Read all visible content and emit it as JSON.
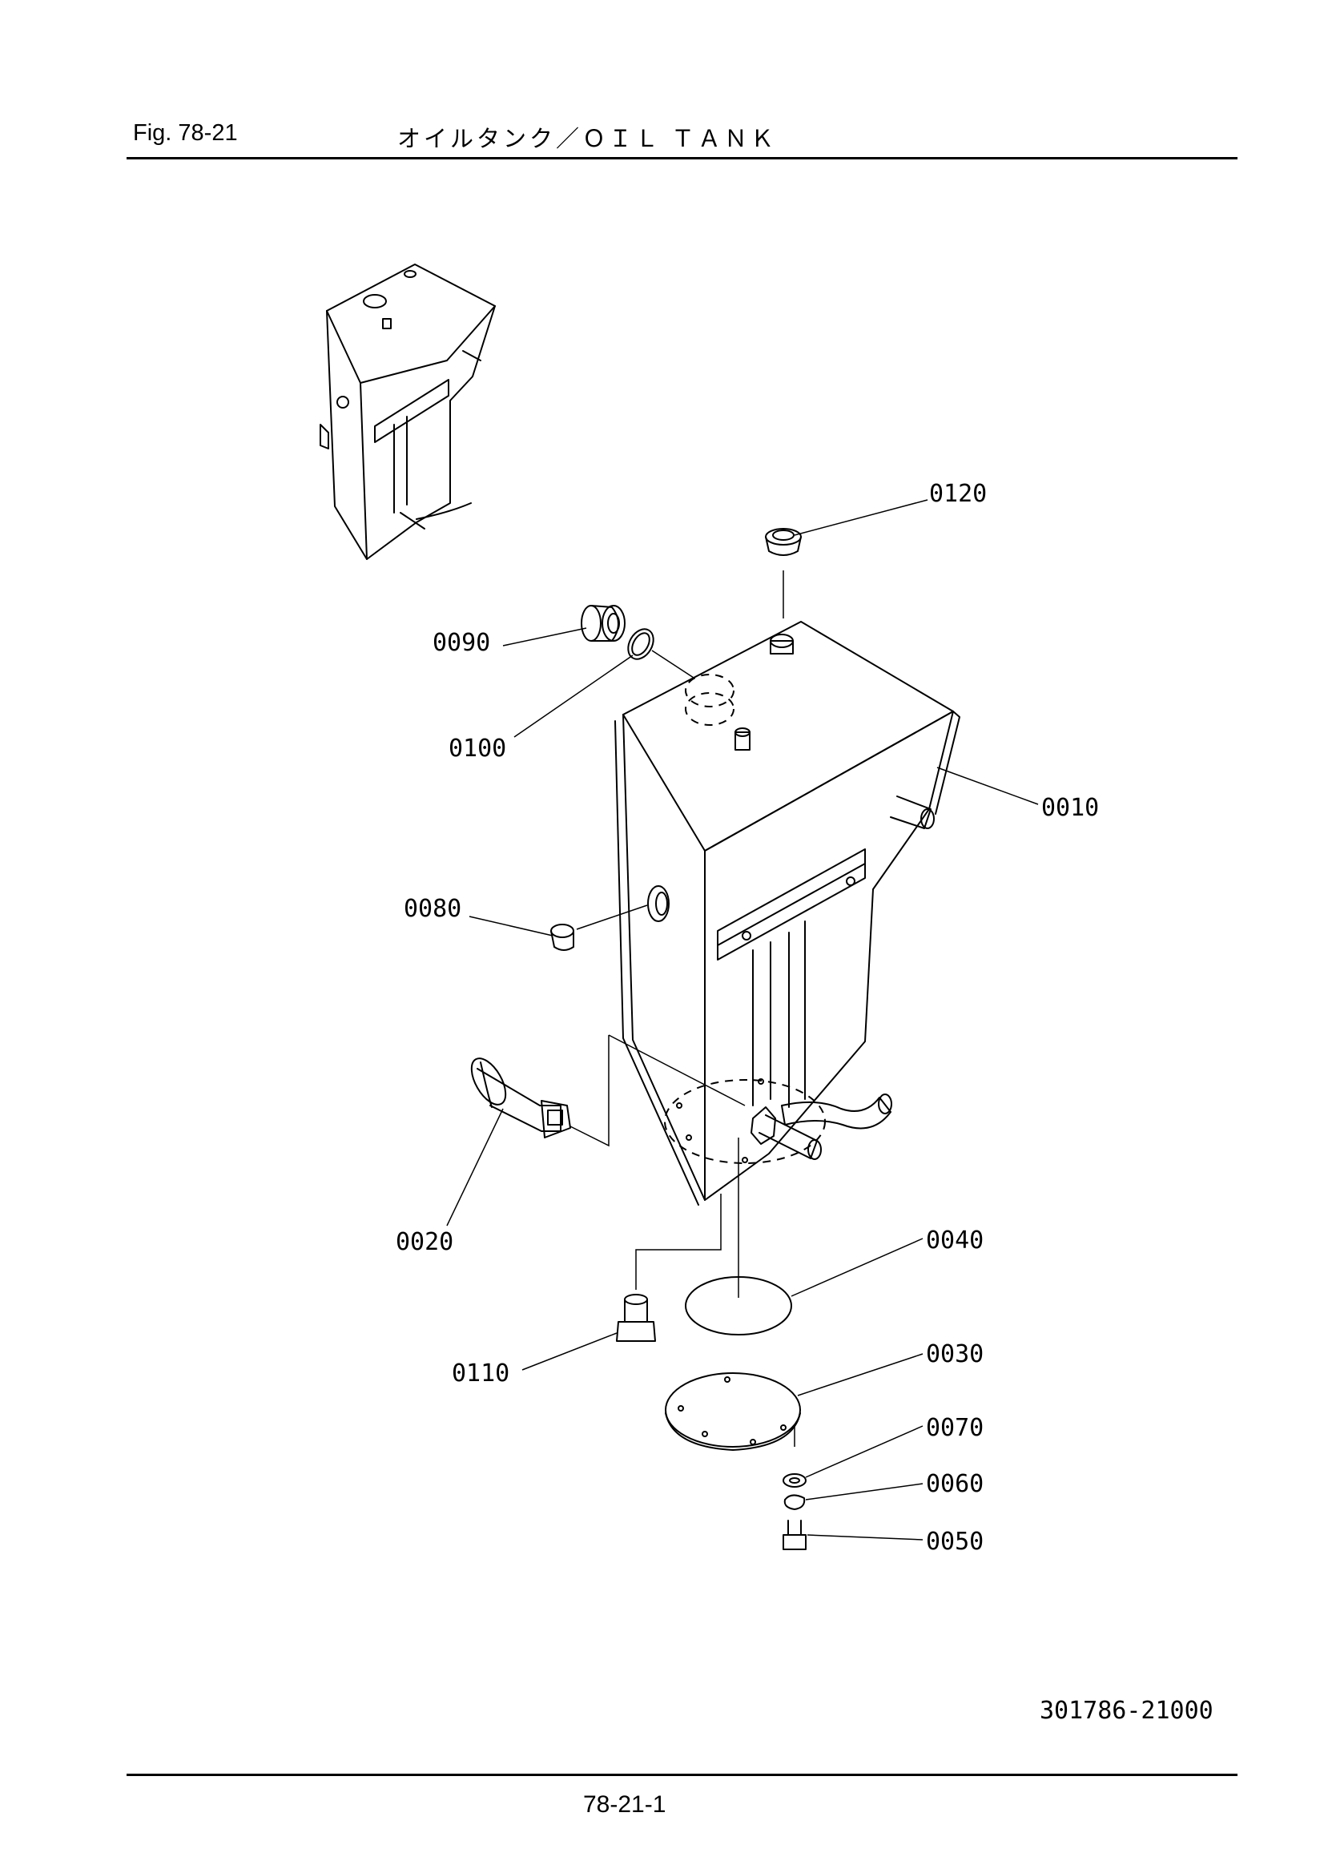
{
  "header": {
    "fig_label": "Fig.  78-21",
    "title": "オイルタンク／ＯＩＬ ＴＡＮＫ"
  },
  "parts": [
    "0010",
    "0020",
    "0030",
    "0040",
    "0050",
    "0060",
    "0070",
    "0080",
    "0090",
    "0100",
    "0110",
    "0120"
  ],
  "footer": {
    "drawing_number": "301786-21000",
    "page_number": "78-21-1"
  }
}
